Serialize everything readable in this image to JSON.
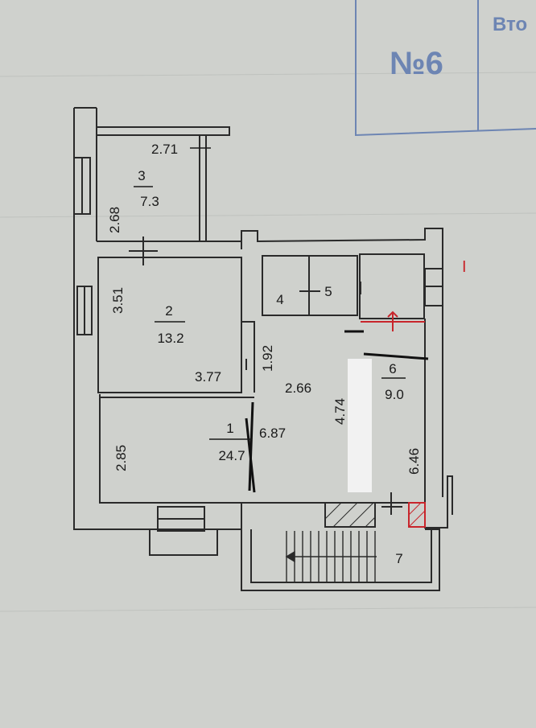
{
  "stamp": {
    "number": "№6",
    "side_text": "Вто"
  },
  "rooms": [
    {
      "number": "1",
      "area": "24.7"
    },
    {
      "number": "2",
      "area": "13.2"
    },
    {
      "number": "3",
      "area": "7.3"
    },
    {
      "number": "4"
    },
    {
      "number": "5"
    },
    {
      "number": "6",
      "area": "9.0"
    },
    {
      "number": "7"
    }
  ],
  "dimensions": [
    "2.71",
    "2.68",
    "3.51",
    "3.77",
    "1.92",
    "2.66",
    "4.74",
    "6.87",
    "2.85",
    "6.46"
  ],
  "section_mark": "I",
  "colors": {
    "wall": "#2a2a2a",
    "stamp_blue": "#6d85b3",
    "marker_red": "#c8252b",
    "paper": "#cfd1cd"
  }
}
